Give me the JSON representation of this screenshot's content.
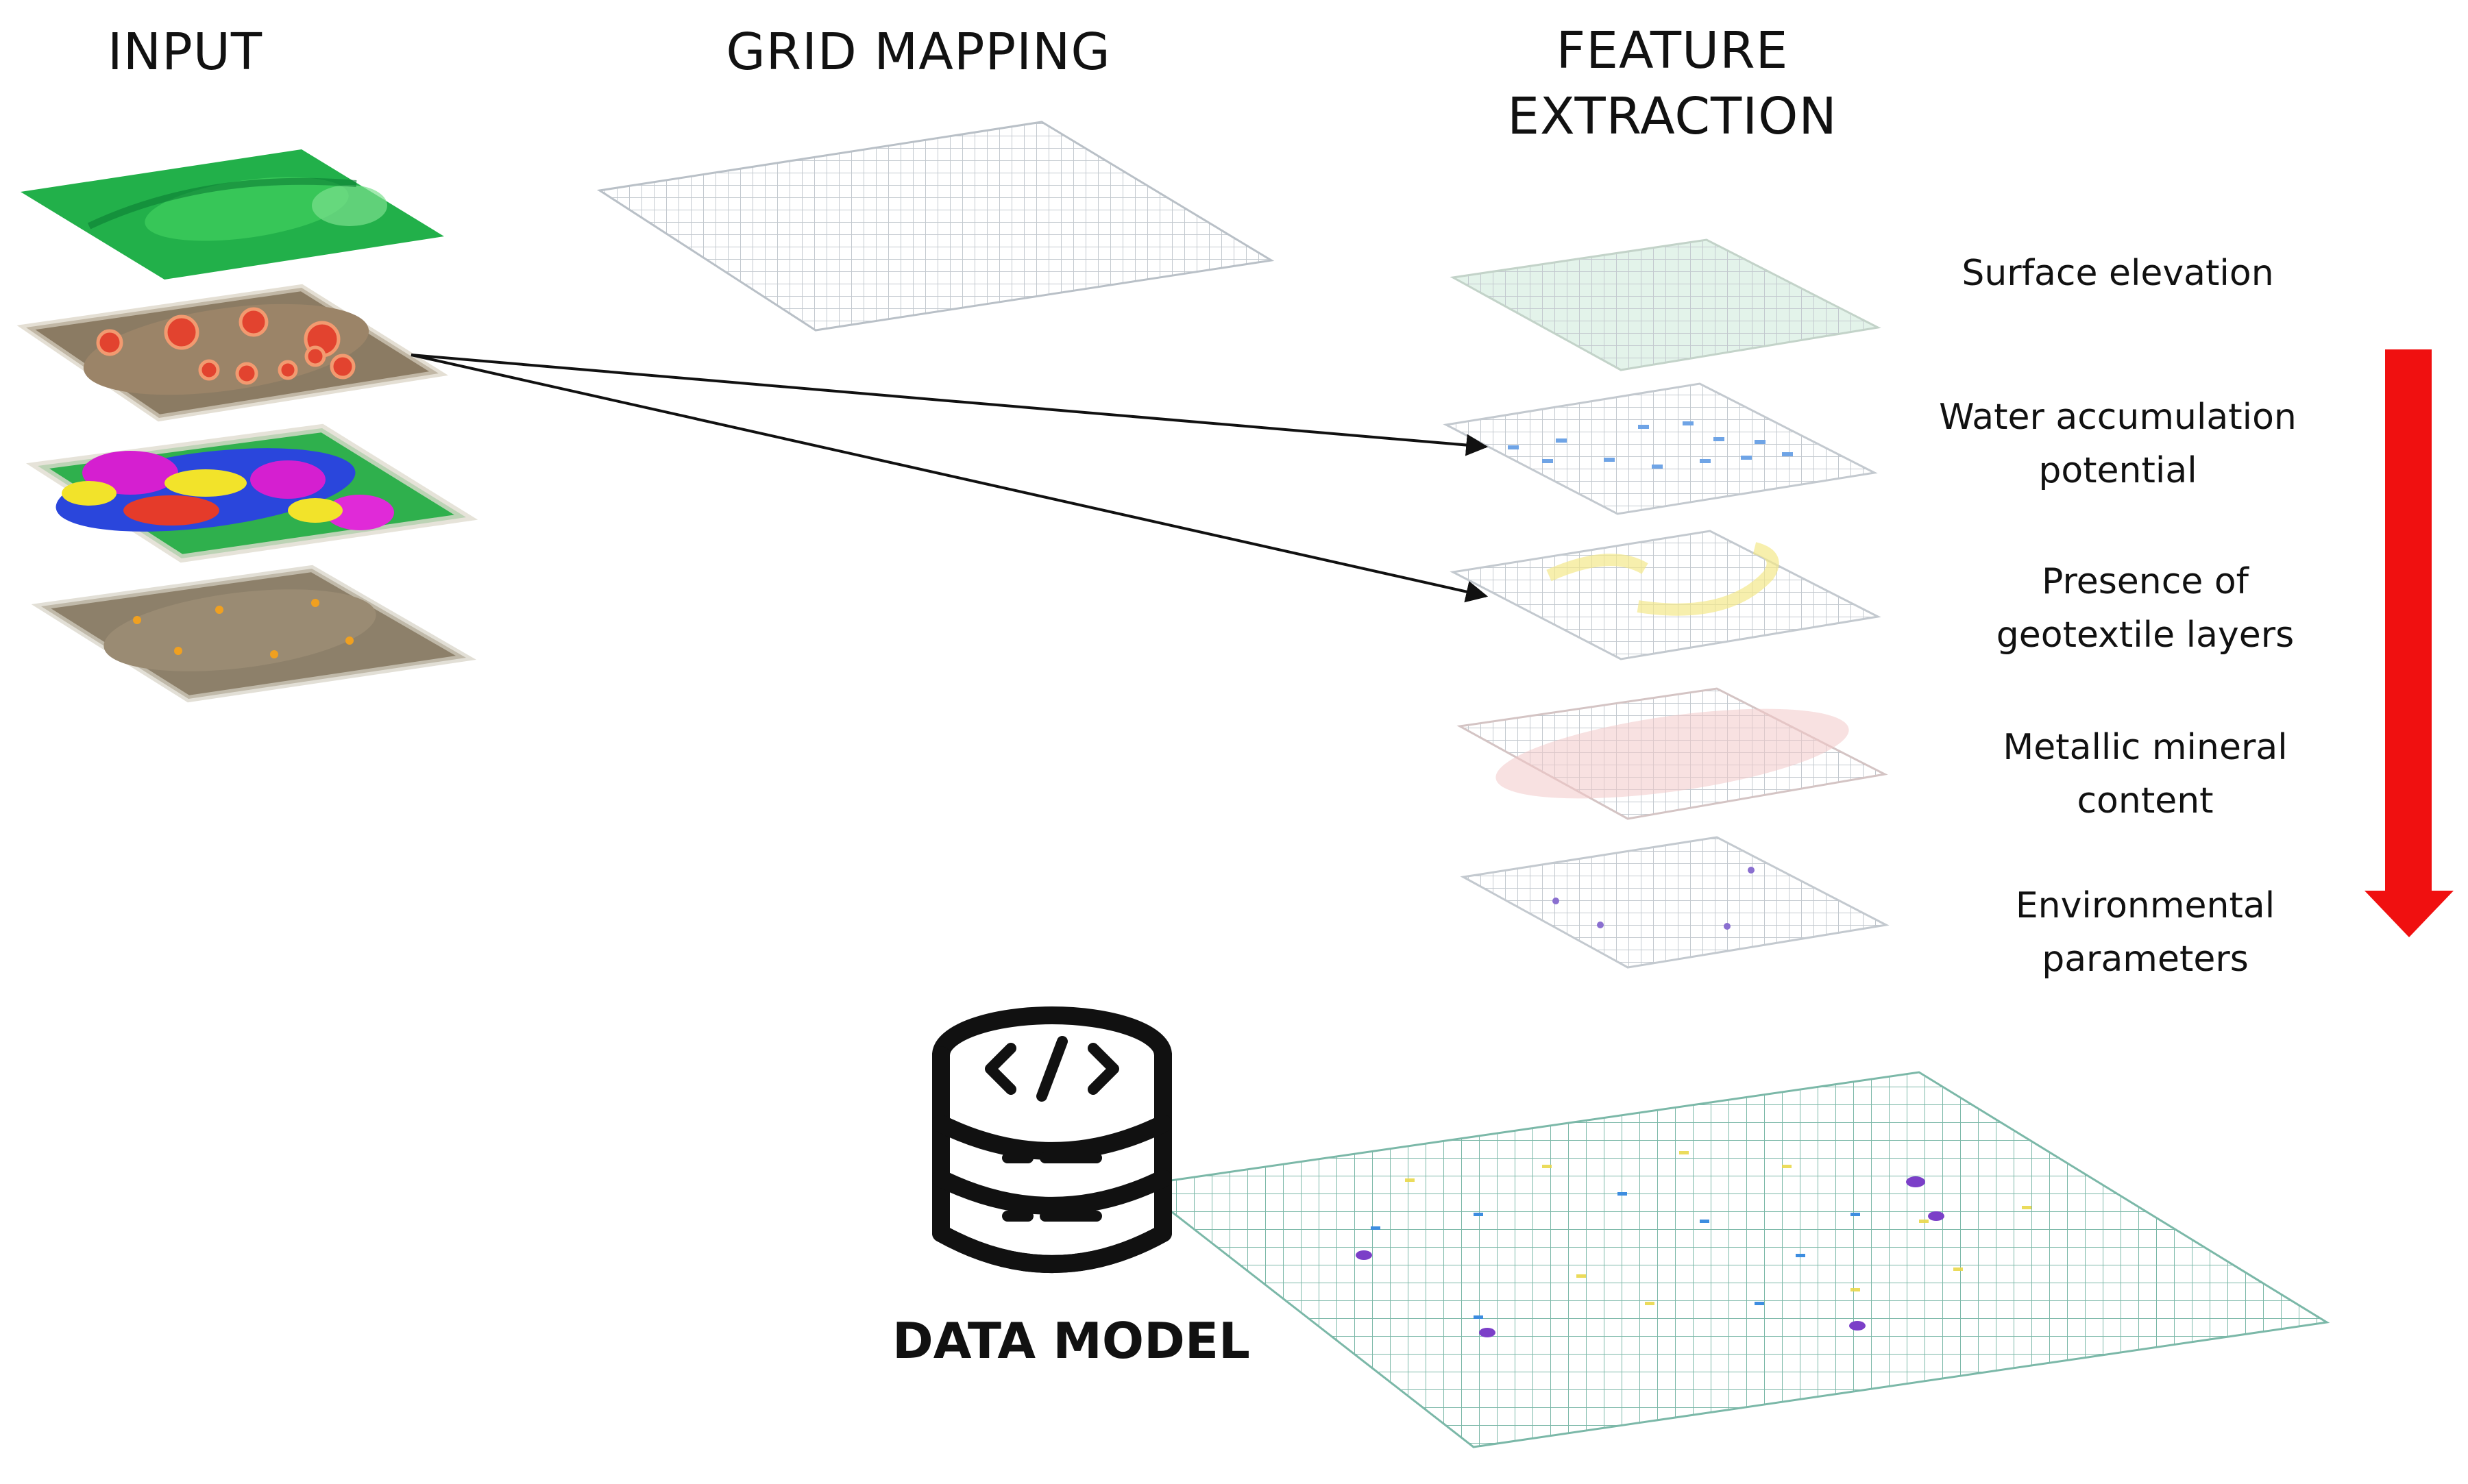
{
  "headings": {
    "input": "INPUT",
    "grid": "GRID MAPPING",
    "feature": [
      "FEATURE",
      "EXTRACTION"
    ]
  },
  "input_layers": [
    {
      "name": "surface-elevation-raster",
      "colors": [
        "#21b24a",
        "#3fcf5e",
        "#0f8f3a"
      ]
    },
    {
      "name": "aerial-with-red-markers",
      "colors": [
        "#8a7a62",
        "#e0402e"
      ]
    },
    {
      "name": "geophysics-heatmap",
      "colors": [
        "#1a3fd8",
        "#d81ad0",
        "#f2e32a",
        "#2ac84f",
        "#e53b2a"
      ]
    },
    {
      "name": "aerial-with-orange-points",
      "colors": [
        "#8a7d68",
        "#f0a020"
      ]
    }
  ],
  "features": [
    {
      "label": [
        "Surface elevation"
      ],
      "tint": "#d8efe2"
    },
    {
      "label": [
        "Water accumulation",
        "potential"
      ],
      "tint": "#c9dcf5"
    },
    {
      "label": [
        "Presence of",
        "geotextile layers"
      ],
      "tint": "#f6f0b8"
    },
    {
      "label": [
        "Metallic mineral",
        "content"
      ],
      "tint": "#f6dada"
    },
    {
      "label": [
        "Environmental",
        "parameters"
      ],
      "tint": "#d9dcf4"
    }
  ],
  "data_model": {
    "label": "DATA MODEL"
  },
  "colors": {
    "arrow": "#f01010",
    "grid_line": "#b9c0c7",
    "text": "#111111"
  }
}
